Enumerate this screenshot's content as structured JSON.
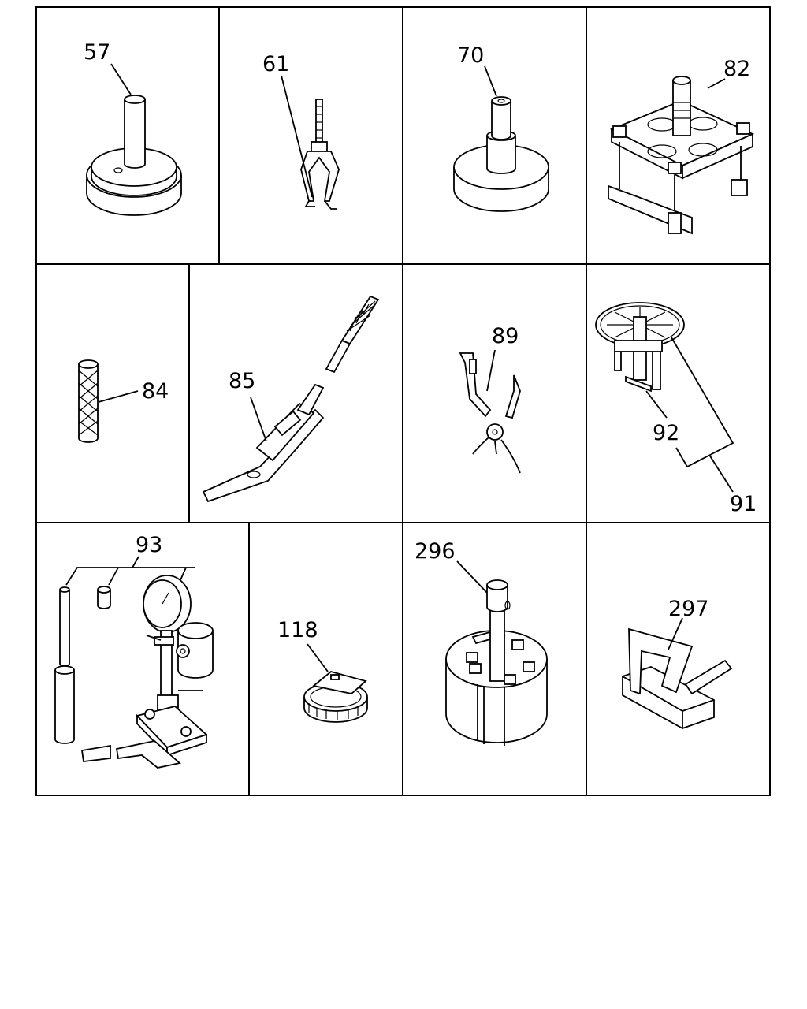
{
  "parts": [
    {
      "key": "p57",
      "label": "57",
      "icon": "pin-driver-icon"
    },
    {
      "key": "p61",
      "label": "61",
      "icon": "two-jaw-puller-icon"
    },
    {
      "key": "p70",
      "label": "70",
      "icon": "stepped-driver-icon"
    },
    {
      "key": "p82",
      "label": "82",
      "icon": "press-plate-icon"
    },
    {
      "key": "p84",
      "label": "84",
      "icon": "knurled-sleeve-icon"
    },
    {
      "key": "p85",
      "label": "85",
      "icon": "lever-tool-icon"
    },
    {
      "key": "p89",
      "label": "89",
      "icon": "ring-pliers-icon"
    },
    {
      "key": "p91",
      "label": "91",
      "icon": "wheel-puller-icon"
    },
    {
      "key": "p92",
      "label": "92",
      "icon": "puller-attachment-icon"
    },
    {
      "key": "p93",
      "label": "93",
      "icon": "nozzle-tester-icon"
    },
    {
      "key": "p118",
      "label": "118",
      "icon": "filter-wrench-icon"
    },
    {
      "key": "p296",
      "label": "296",
      "icon": "split-collar-puller-icon"
    },
    {
      "key": "p297",
      "label": "297",
      "icon": "wedge-block-icon"
    }
  ]
}
